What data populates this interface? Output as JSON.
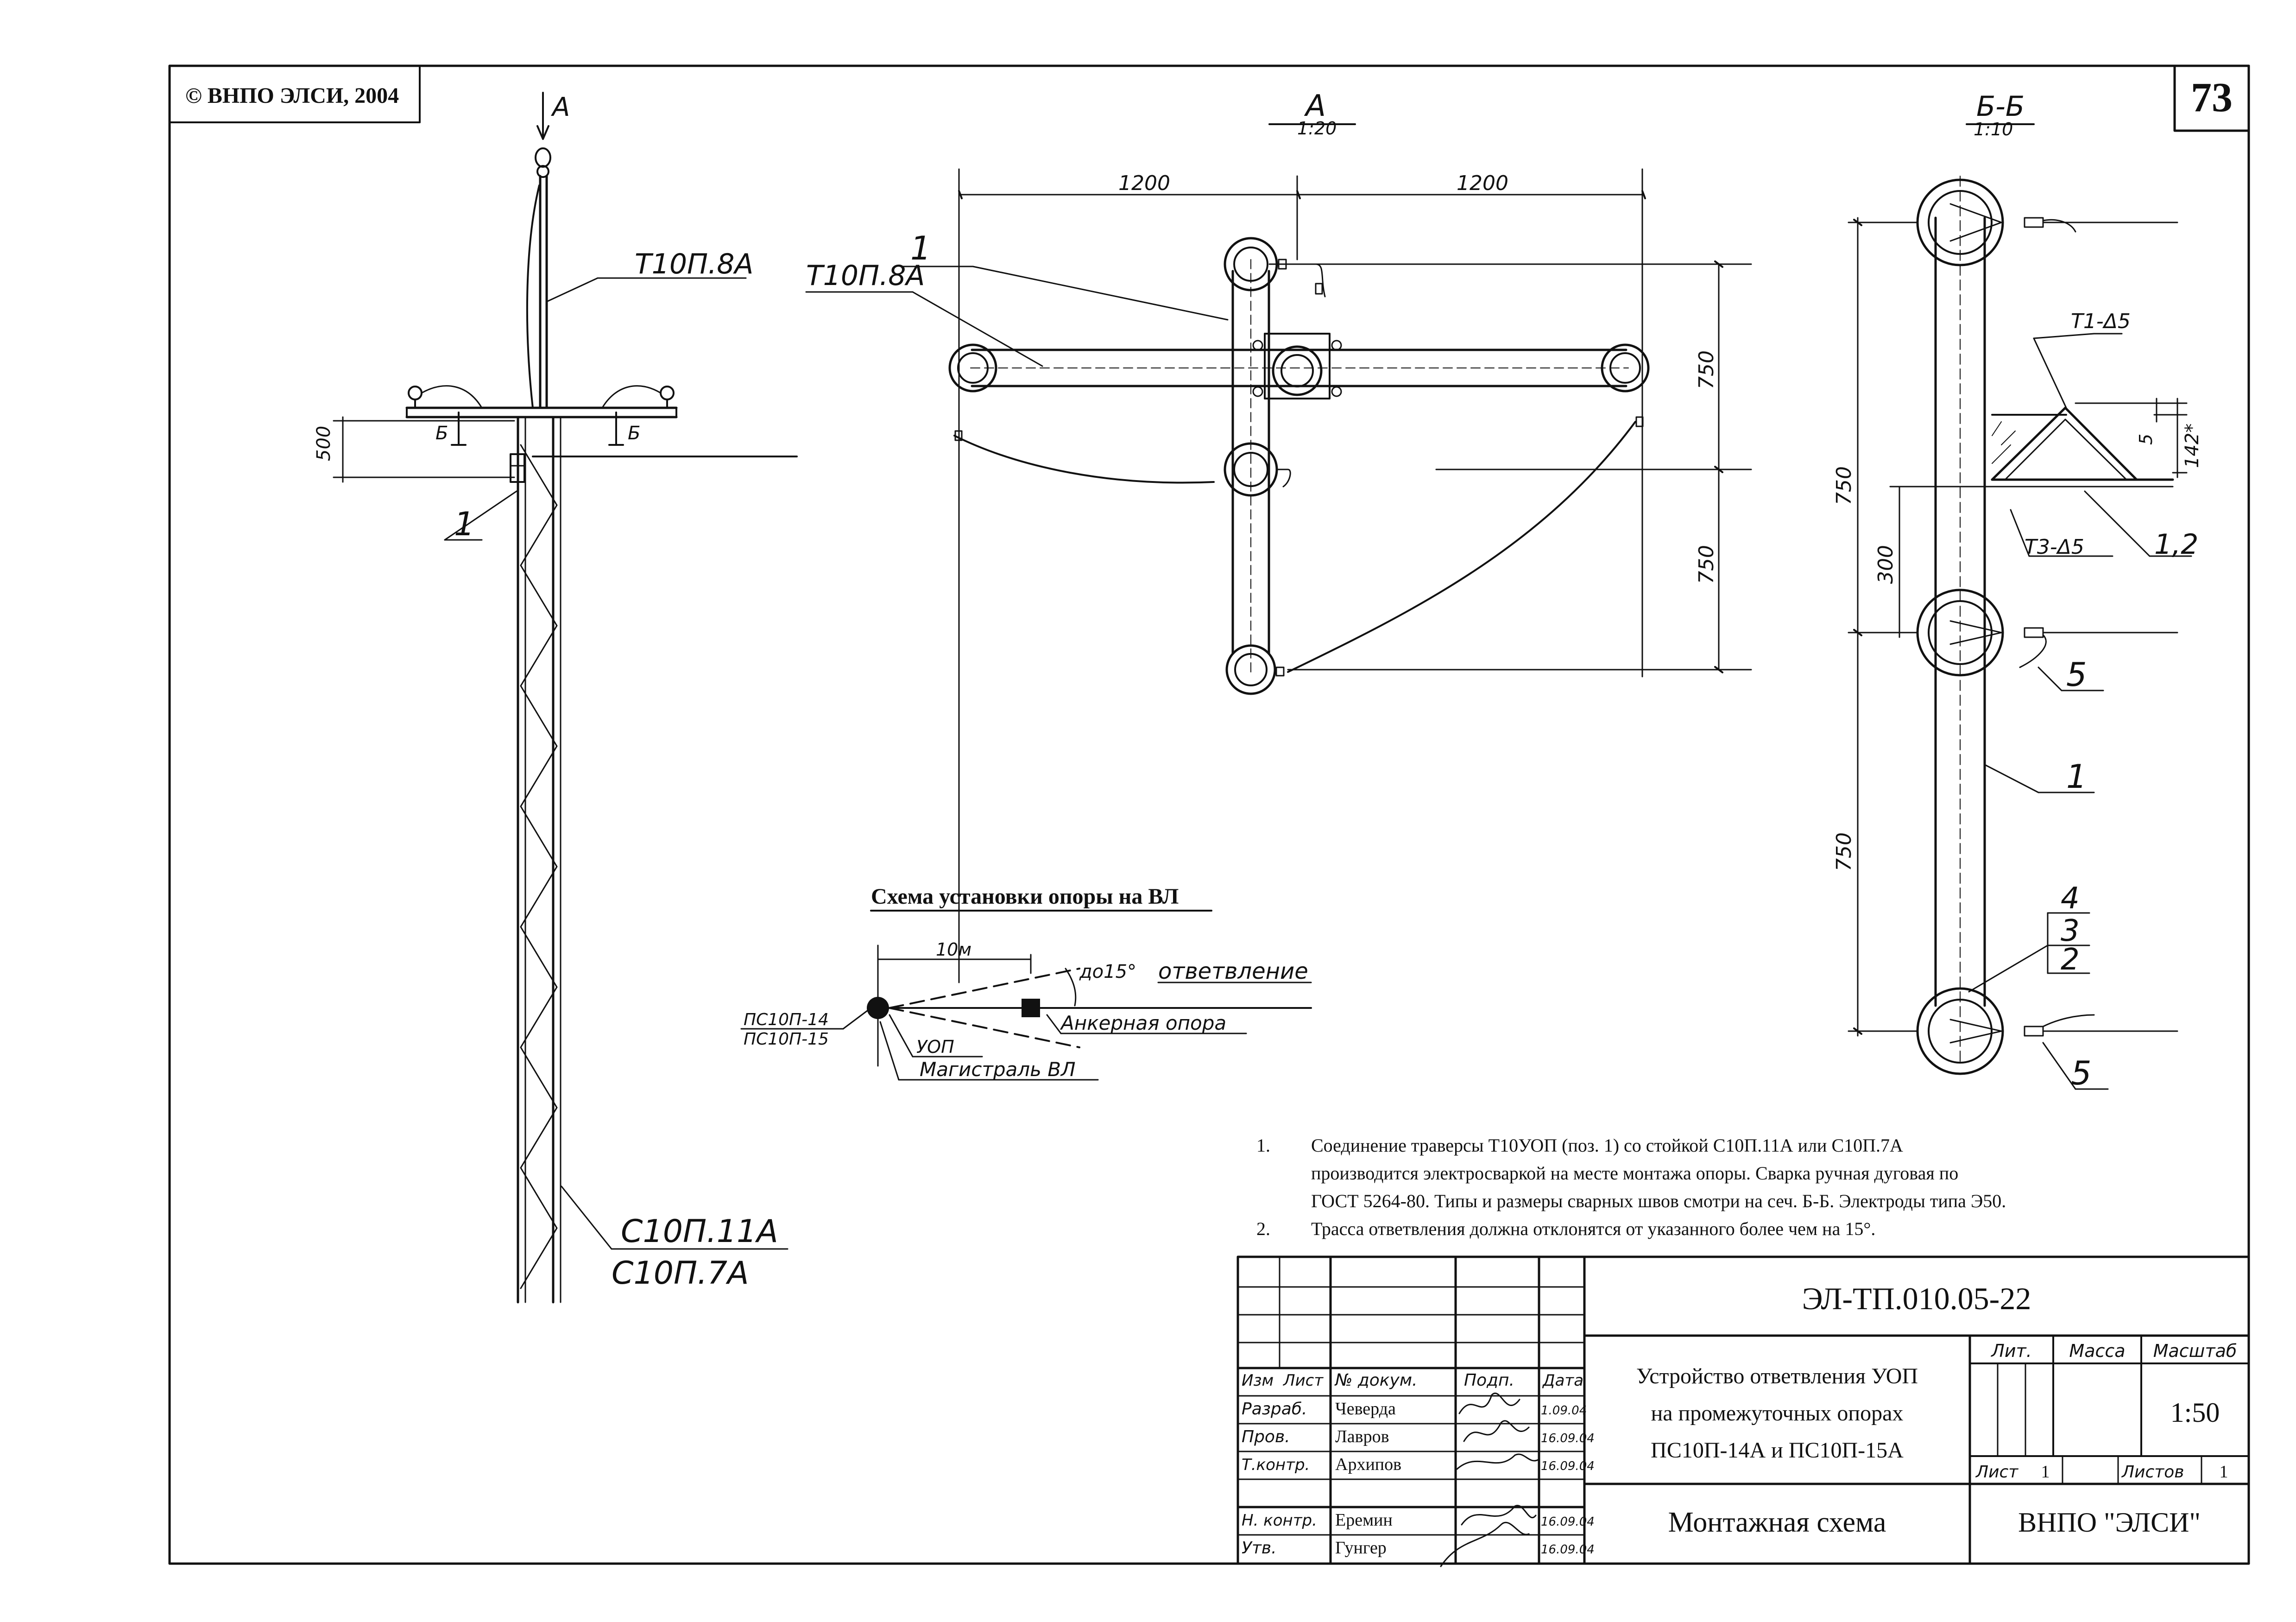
{
  "copyright": "© ВНПО ЭЛСИ, 2004",
  "sheet_number": "73",
  "side_view": {
    "view_arrow": "А",
    "traverse": "Т10П.8А",
    "dim_500": "500",
    "section_mark": "Б",
    "pos_1": "1",
    "stand_1": "С10П.11А",
    "stand_2": "С10П.7А"
  },
  "view_a": {
    "title": "А",
    "scale": "1:20",
    "dim_left": "1200",
    "dim_right": "1200",
    "pos_1": "1",
    "traverse": "Т10П.8А",
    "dim_750_top": "750",
    "dim_750_bottom": "750"
  },
  "section_bb": {
    "title": "Б-Б",
    "scale": "1:10",
    "weld_t1": "Т1-Δ5",
    "dim_5": "5",
    "dim_142": "142*",
    "weld_t3": "Т3-Δ5",
    "pos_12": "1,2",
    "dim_750_a": "750",
    "dim_300": "300",
    "dim_750_b": "750",
    "pos_5_top": "5",
    "pos_1": "1",
    "pos_4": "4",
    "pos_3": "3",
    "pos_2": "2",
    "pos_5_bottom": "5"
  },
  "scheme": {
    "title": "Схема установки опоры на ВЛ",
    "dim_10m": "10м",
    "angle": "до15°",
    "branch": "ответвление",
    "anchor": "Анкерная опора",
    "ps14": "ПС10П-14",
    "ps15": "ПС10П-15",
    "uop": "УОП",
    "mainline": "Магистраль ВЛ"
  },
  "notes": [
    {
      "num": "1.",
      "lines": [
        "Соединение траверсы Т10УОП (поз. 1) со стойкой С10П.11А или С10П.7А",
        "производится  электросваркой на месте монтажа опоры. Сварка ручная дуговая  по",
        "ГОСТ 5264-80. Типы и размеры сварных швов смотри на сеч. Б-Б. Электроды типа Э50."
      ]
    },
    {
      "num": "2.",
      "lines": [
        "Трасса ответвления должна отклонятся от указанного более чем на 15°."
      ]
    }
  ],
  "stamp": {
    "doc_code": "ЭЛ-ТП.010.05-22",
    "title_lines": [
      "Устройство ответвления УОП",
      "на промежуточных опорах",
      "ПС10П-14А и ПС10П-15А"
    ],
    "sheet_title": "Монтажная схема",
    "org": "ВНПО \"ЭЛСИ\"",
    "col_izm": "Изм",
    "col_list": "Лист",
    "col_doc": "№ докум.",
    "col_sign": "Подп.",
    "col_date": "Дата",
    "lit": "Лит.",
    "mass": "Масса",
    "scale_hdr": "Масштаб",
    "scale": "1:50",
    "sheet_lbl": "Лист",
    "sheet_val": "1",
    "sheets_lbl": "Листов",
    "sheets_val": "1",
    "roles": [
      {
        "role": "Разраб.",
        "name": "Чеверда",
        "date": "1.09.04"
      },
      {
        "role": "Пров.",
        "name": "Лавров",
        "date": "16.09.04"
      },
      {
        "role": "Т.контр.",
        "name": "Архипов",
        "date": "16.09.04"
      },
      {
        "role": "Н. контр.",
        "name": "Еремин",
        "date": "16.09.04"
      },
      {
        "role": "Утв.",
        "name": "Гунгер",
        "date": "16.09.04"
      }
    ]
  },
  "colors": {
    "ink": "#111111",
    "paper": "#ffffff"
  }
}
